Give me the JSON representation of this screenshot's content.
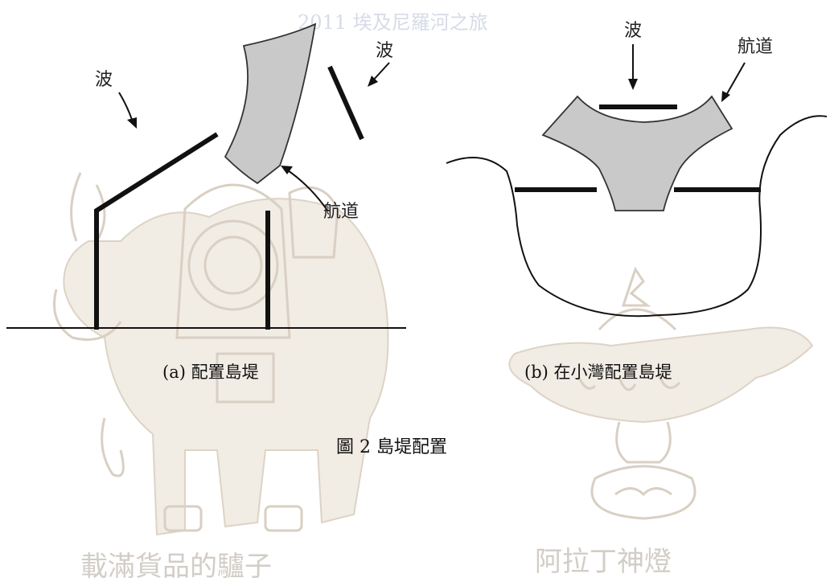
{
  "banner": "2011 埃及尼羅河之旅",
  "panel_a": {
    "wave_left_label": "波",
    "wave_top_label": "波",
    "channel_label": "航道",
    "caption": "(a) 配置島堤"
  },
  "panel_b": {
    "wave_label": "波",
    "channel_label": "航道",
    "caption": "(b) 在小灣配置島堤"
  },
  "figure_caption": "圖 2 島堤配置",
  "watermarks": {
    "donkey": "載滿貨品的驢子",
    "lamp": "阿拉丁神燈"
  }
}
